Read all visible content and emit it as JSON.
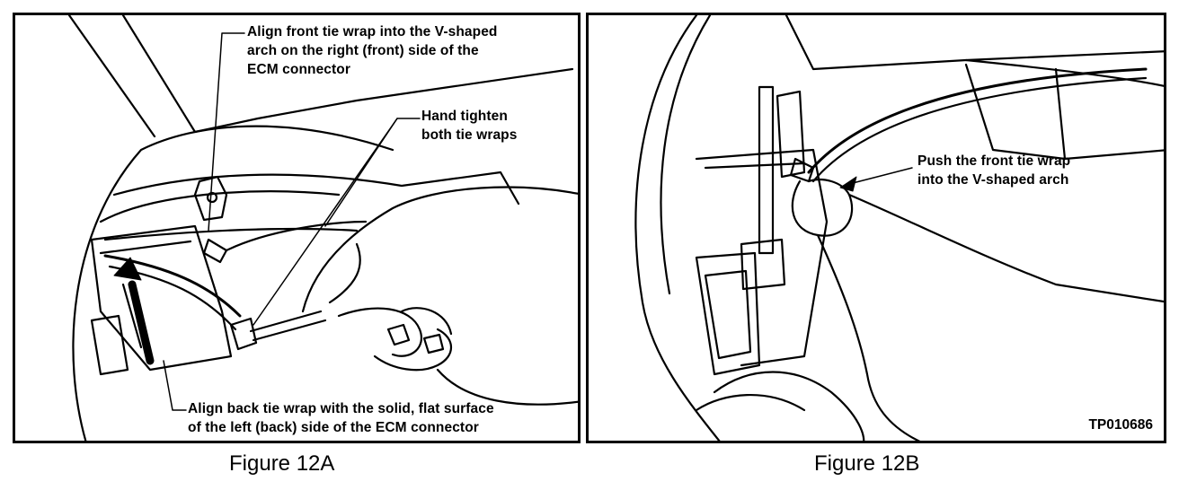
{
  "figure_a": {
    "caption": "Figure 12A",
    "callouts": {
      "front_tie_wrap": "Align front tie wrap into the V-shaped\narch on the right (front) side of the\nECM connector",
      "hand_tighten": "Hand tighten\nboth tie wraps",
      "back_tie_wrap": "Align back tie wrap with the  solid, flat surface\nof the left (back) side of the ECM connector"
    }
  },
  "figure_b": {
    "caption": "Figure 12B",
    "callouts": {
      "push_front": "Push the front tie wrap\ninto the V-shaped arch"
    },
    "id_code": "TP010686"
  }
}
